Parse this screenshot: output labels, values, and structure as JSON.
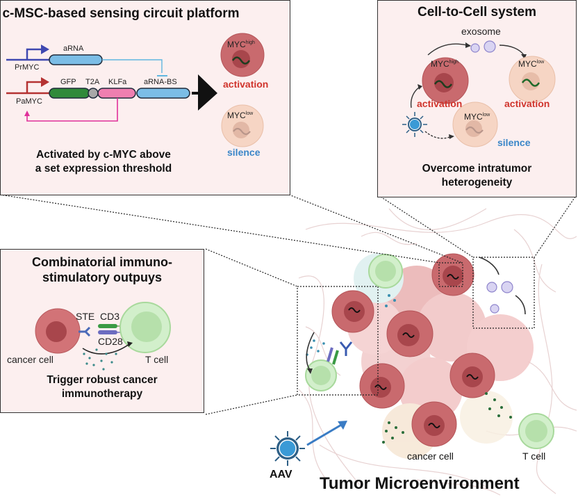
{
  "panels": {
    "circuit": {
      "title": "c-MSC-based sensing circuit platform",
      "subtitle_line1": "Activated by c-MYC above",
      "subtitle_line2": "a set expression threshold",
      "promoter_top": "PrMYC",
      "promoter_bottom": "PaMYC",
      "parts": {
        "arna": "aRNA",
        "gfp": "GFP",
        "t2a": "T2A",
        "klfa": "KLFa",
        "arna_bs": "aRNA-BS"
      },
      "outcome_high": {
        "myc": "MYC",
        "sup": "high",
        "state": "activation"
      },
      "outcome_low": {
        "myc": "MYC",
        "sup": "low",
        "state": "silence"
      }
    },
    "cell_to_cell": {
      "title": "Cell-to-Cell system",
      "exosome_label": "exosome",
      "cell_high": {
        "myc": "MYC",
        "sup": "high",
        "state": "activation"
      },
      "cell_low_active": {
        "myc": "MYC",
        "sup": "low",
        "state": "activation"
      },
      "cell_low_silent": {
        "myc": "MYC",
        "sup": "low",
        "state": "silence"
      },
      "subtitle_line1": "Overcome intratumor",
      "subtitle_line2": "heterogeneity"
    },
    "immuno": {
      "title_line1": "Combinatorial immuno-",
      "title_line2": "stimulatory outpuys",
      "ste_label": "STE",
      "cd3_label": "CD3",
      "cd28_label": "CD28",
      "cancer_cell_label": "cancer cell",
      "t_cell_label": "T cell",
      "subtitle_line1": "Trigger robust cancer",
      "subtitle_line2": "immunotherapy"
    }
  },
  "tme": {
    "title": "Tumor Microenvironment",
    "aav_label": "AAV",
    "cancer_cell_label": "cancer cell",
    "t_cell_label": "T cell"
  },
  "colors": {
    "panel_bg": "#fcefef",
    "activation": "#d0342c",
    "silence": "#3a86c8",
    "cancer_cell": "#c96a6e",
    "t_cell": "#c8ebc0",
    "arna_blue": "#7bbde6",
    "gfp_green": "#2f8a3a",
    "klfa_pink": "#ee7fb0"
  }
}
